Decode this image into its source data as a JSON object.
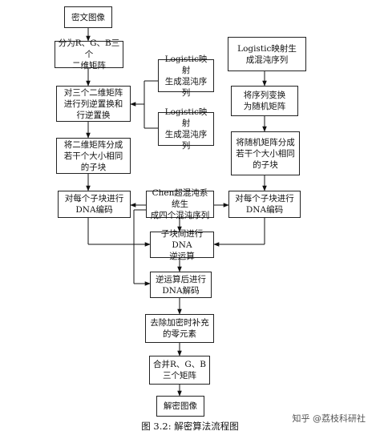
{
  "nodes": {
    "decrypt_input": "密文图像",
    "split_rgb": "分为R、G、B三个\n二维矩阵",
    "logistic_right": "Logistic映射生\n成混沌序列",
    "logistic_1": "Logistic映射\n生成混沌序列",
    "inverse_scramble": "对三个二维矩阵\n进行列逆置换和\n行逆置换",
    "seq_transform": "将序列变换\n为随机矩阵",
    "logistic_2": "Logistic映射\n生成混沌序列",
    "split_blocks_left": "将二维矩阵分成\n若干个大小相同\n的子块",
    "split_blocks_right": "将随机矩阵分成\n若干个大小相同\n的子块",
    "dna_encode_left": "对每个子块进行\nDNA编码",
    "chen": "Chen超混沌系统生\n成四个混沌序列",
    "dna_encode_right": "对每个子块进行\nDNA编码",
    "dna_inverse": "子块间进行DNA\n逆运算",
    "dna_decode": "逆运算后进行\nDNA解码",
    "remove_zeros": "去除加密时补充\n的零元素",
    "merge": "合并R、G、B\n三个矩阵",
    "output": "解密图像"
  },
  "caption": "图 3.2:  解密算法流程图",
  "watermark": "知乎 @荔枝科研社"
}
